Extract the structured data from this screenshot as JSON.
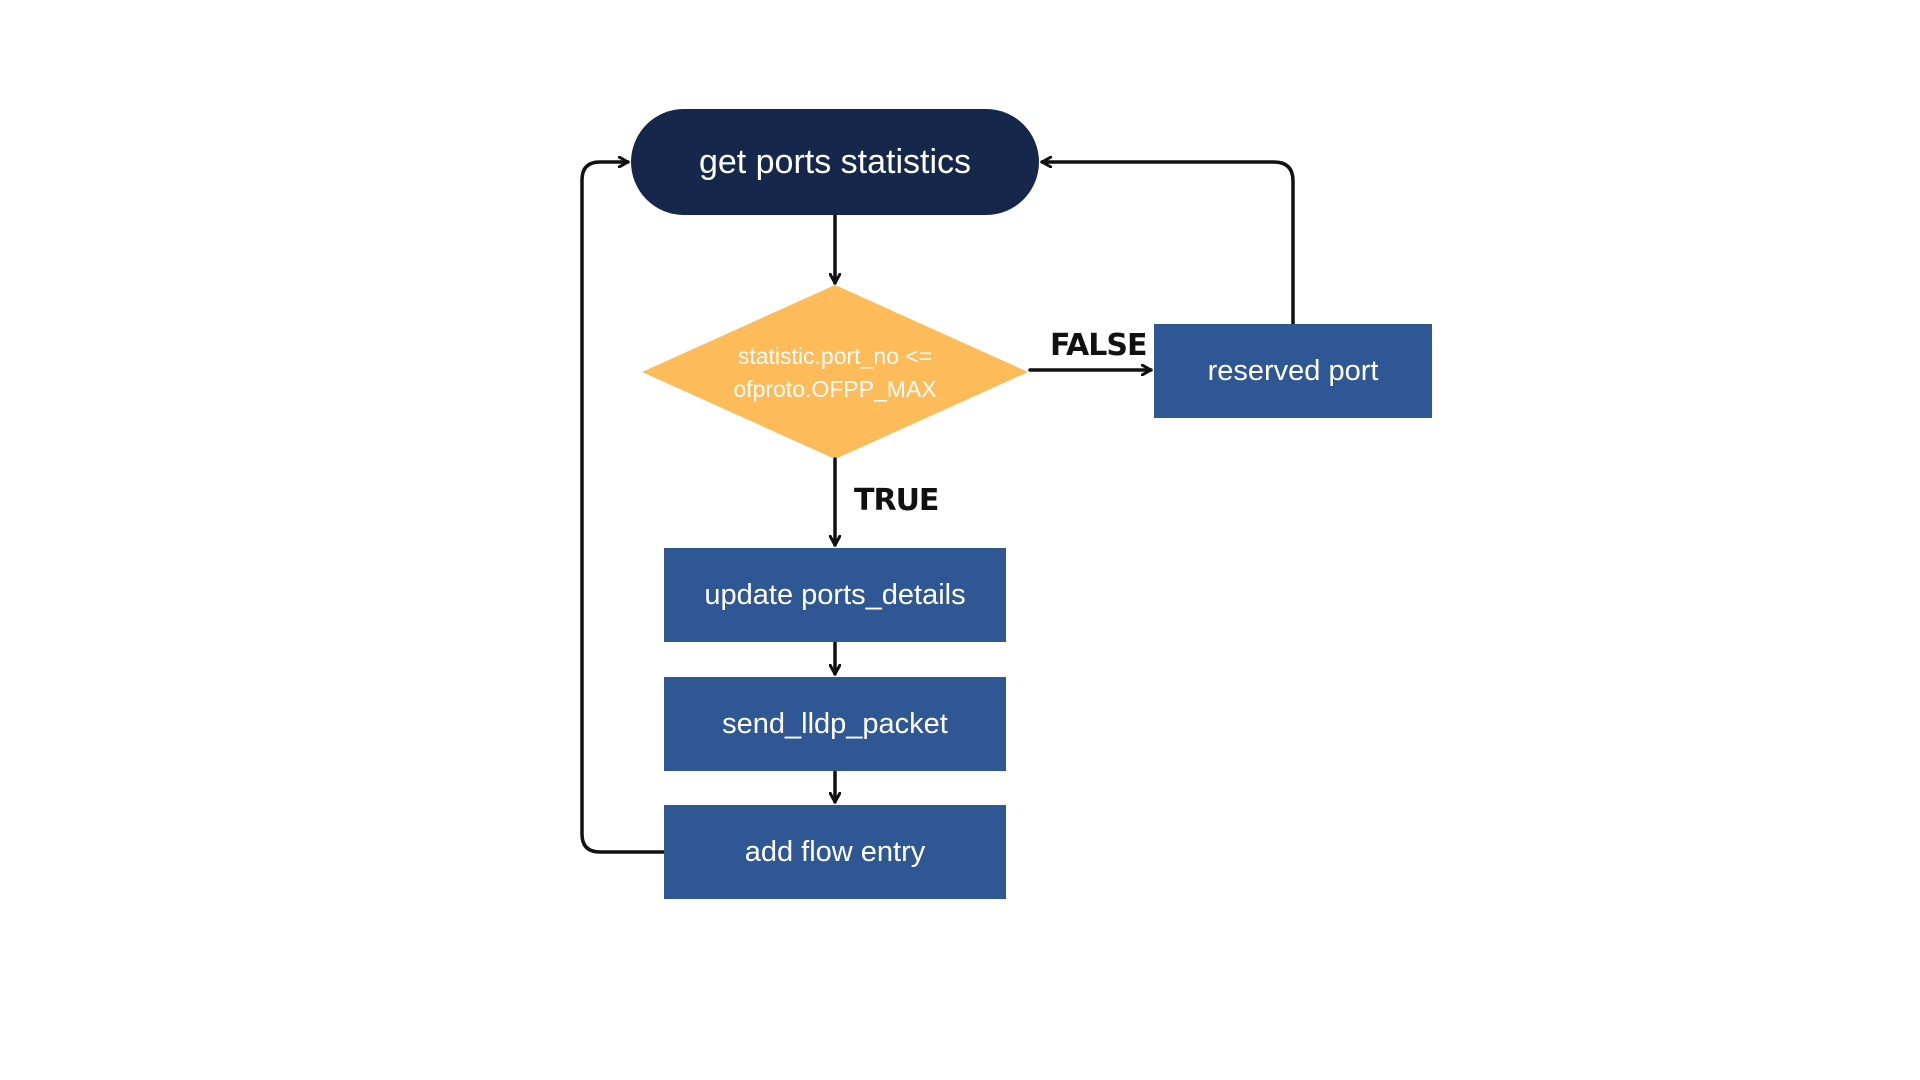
{
  "nodes": {
    "start": "get ports statistics",
    "decision_line1": "statistic.port_no <=",
    "decision_line2": "ofproto.OFPP_MAX",
    "reserved": "reserved port",
    "update": "update ports_details",
    "send": "send_lldp_packet",
    "add": "add flow entry"
  },
  "edges": {
    "false_label": "FALSE",
    "true_label": "TRUE"
  },
  "colors": {
    "terminator": "#15284b",
    "decision": "#fdbb5a",
    "process": "#2f5794",
    "arrow": "#111111"
  }
}
